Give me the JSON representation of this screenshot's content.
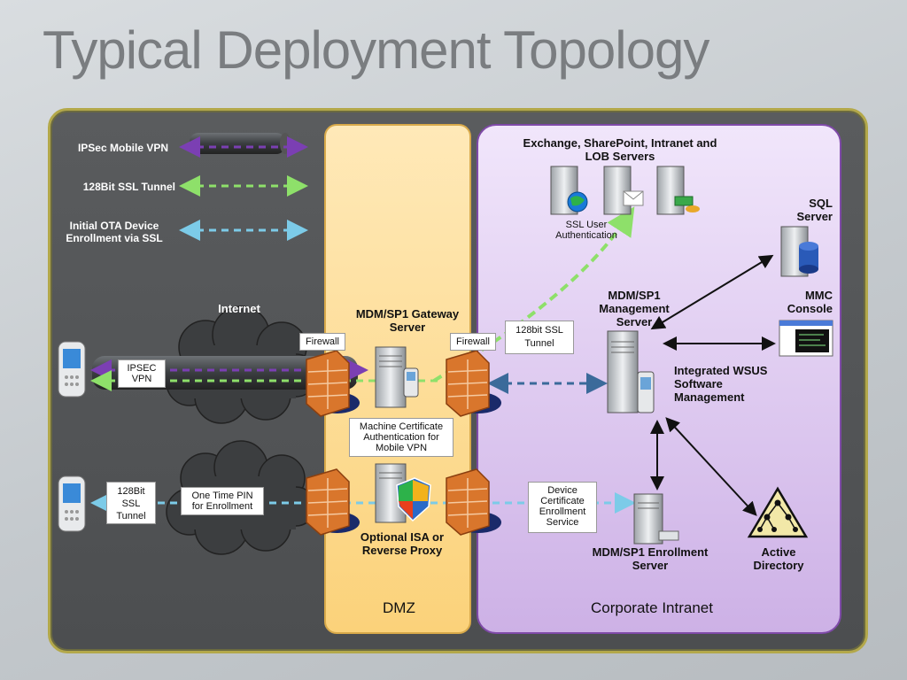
{
  "title": "Typical Deployment Topology",
  "legend": {
    "ipsec": "IPSec Mobile VPN",
    "ssl": "128Bit SSL Tunnel",
    "ota": "Initial OTA Device Enrollment via SSL"
  },
  "labels": {
    "internet": "Internet",
    "gateway": "MDM/SP1 Gateway Server",
    "firewall_left": "Firewall",
    "firewall_right": "Firewall",
    "ssl_tunnel_box": "128bit SSL Tunnel",
    "ipsec_vpn": "IPSEC VPN",
    "machine_cert": "Machine Certificate Authentication for  Mobile VPN",
    "ssl_tunnel_lower": "128Bit SSL Tunnel",
    "otp": "One Time PIN for Enrollment",
    "optional_isa": "Optional ISA or Reverse Proxy",
    "device_cert": "Device Certificate Enrollment Service",
    "exchange": "Exchange, SharePoint,  Intranet and LOB Servers",
    "ssl_user_auth": "SSL User Authentication",
    "sql": "SQL Server",
    "mgmt": "MDM/SP1 Management Server",
    "mmc": "MMC Console",
    "wsus": "Integrated WSUS Software Management",
    "enrollment": "MDM/SP1 Enrollment Server",
    "ad": "Active Directory",
    "dmz": "DMZ",
    "corporate": "Corporate Intranet"
  },
  "colors": {
    "ipsec": "#7b3fb3",
    "ssl": "#8ee06a",
    "ota": "#7ccbe8",
    "dmz": "#fbd27a",
    "intranet": "#cdb1e6",
    "firewall": "#d9762c"
  }
}
